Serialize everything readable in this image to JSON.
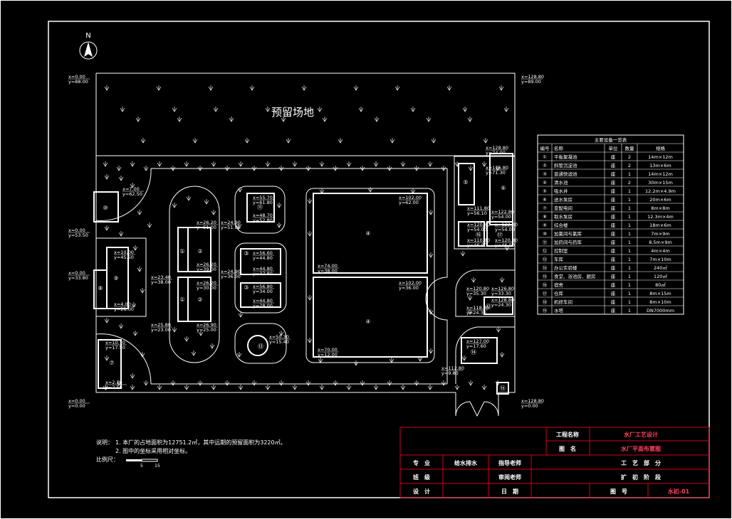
{
  "north_label": "N",
  "reserved_area_label": "预留场地",
  "notes": {
    "prefix": "说明：",
    "line1": "1. 本厂的占地面积为12751.2㎡，其中远期的预留面积为3220㎡。",
    "line2": "2. 图中的坐标采用相对坐标。",
    "scale_label": "比例尺：",
    "scale_mid": "5",
    "scale_end": "15"
  },
  "coords": [
    {
      "x": "x=0.00",
      "y": "y=88.00"
    },
    {
      "x": "x=128.80",
      "y": "y=89.00"
    },
    {
      "x": "x=128.80",
      "y": "y=74.00"
    },
    {
      "x": "x=7.00",
      "y": "y=62.50"
    },
    {
      "x": "x=0.00",
      "y": "y=53.50"
    },
    {
      "x": "x=0.00",
      "y": "y=33.80"
    },
    {
      "x": "x=10.00",
      "y": "y=45.50"
    },
    {
      "x": "x=4.00",
      "y": "y=28.00"
    },
    {
      "x": "x=10.70",
      "y": "y=17.50"
    },
    {
      "x": "x=2.10",
      "y": "y=2.50"
    },
    {
      "x": "x=0.00",
      "y": "y=0.00"
    },
    {
      "x": "x=128.80",
      "y": "y=0.00"
    },
    {
      "x": "x=26.20",
      "y": "y=51.00"
    },
    {
      "x": "x=24.90",
      "y": "y=51.00"
    },
    {
      "x": "x=26.20",
      "y": "y=39.00"
    },
    {
      "x": "x=23.40",
      "y": "y=38.00"
    },
    {
      "x": "x=24.90",
      "y": "y=36.00"
    },
    {
      "x": "x=26.20",
      "y": "y=30.00"
    },
    {
      "x": "x=25.80",
      "y": "y=23.00"
    },
    {
      "x": "x=26.90",
      "y": "y=25.00"
    },
    {
      "x": "x=55.70",
      "y": "y=61.80"
    },
    {
      "x": "x=48.70",
      "y": "y=52.80"
    },
    {
      "x": "x=56.60",
      "y": "y=44.80"
    },
    {
      "x": "x=44.80",
      "y": "y=37.80"
    },
    {
      "x": "x=56.80",
      "y": "y=34.00"
    },
    {
      "x": "x=44.80",
      "y": "y=28.00"
    },
    {
      "x": "x=50.30",
      "y": "y=15.40"
    },
    {
      "x": "x=102.00",
      "y": "y=62.00"
    },
    {
      "x": "x=74.00",
      "y": "y=38.00"
    },
    {
      "x": "x=102.00",
      "y": "y=36.00"
    },
    {
      "x": "x=70.00",
      "y": "y=12.00"
    },
    {
      "x": "x=116.80",
      "y": "y=71.30"
    },
    {
      "x": "x=111.80",
      "y": "y=56.10"
    },
    {
      "x": "x=122.80",
      "y": "y=54.00"
    },
    {
      "x": "x=120.80",
      "y": "y=54.00"
    },
    {
      "x": "x=122.80",
      "y": "y=54.00"
    },
    {
      "x": "x=110.80",
      "y": "y=46.00"
    },
    {
      "x": "x=120.80",
      "y": "y=46.00"
    },
    {
      "x": "x=120.80",
      "y": "y=35.30"
    },
    {
      "x": "x=126.80",
      "y": "y=33.30"
    },
    {
      "x": "x=118.80",
      "y": "y=24.30"
    },
    {
      "x": "x=128.80",
      "y": "y=24.30"
    },
    {
      "x": "x=127.00",
      "y": "y=17.60"
    },
    {
      "x": "x=112.80",
      "y": "y=9.80"
    }
  ],
  "bldg_nums": [
    "①",
    "②",
    "①",
    "②",
    "③",
    "③",
    "④",
    "④",
    "⑤",
    "⑥",
    "⑦",
    "⑧",
    "⑨",
    "⑩",
    "⑪",
    "⑫",
    "⑬",
    "⑭",
    "⑮",
    "⑯",
    "⑰"
  ],
  "equipment_table": {
    "title": "主要设备一览表",
    "headers": [
      "编号",
      "名称",
      "单位",
      "数量",
      "规格"
    ],
    "rows": [
      [
        "①",
        "平板絮凝池",
        "座",
        "2",
        "14m×12m"
      ],
      [
        "②",
        "斜管沉淀池",
        "座",
        "2",
        "13m×6m"
      ],
      [
        "③",
        "普通快滤池",
        "座",
        "1",
        "14m×12m"
      ],
      [
        "④",
        "清水池",
        "座",
        "2",
        "30m×15m"
      ],
      [
        "⑤",
        "吸水井",
        "座",
        "1",
        "12.2m×4.9m"
      ],
      [
        "⑥",
        "送水泵房",
        "座",
        "1",
        "20m×6m"
      ],
      [
        "⑦",
        "变配电间",
        "座",
        "1",
        "8m×8m"
      ],
      [
        "⑧",
        "取水泵房",
        "座",
        "1",
        "12.3m×4m"
      ],
      [
        "⑨",
        "综合楼",
        "座",
        "1",
        "18m×6m"
      ],
      [
        "⑩",
        "加氯间与氯库",
        "座",
        "1",
        "7m×9m"
      ],
      [
        "⑪",
        "加药间与药库",
        "座",
        "1",
        "8.5m×9m"
      ],
      [
        "⑫",
        "控制室",
        "座",
        "1",
        "4m×4m"
      ],
      [
        "⑬",
        "车库",
        "座",
        "1",
        "7m×10m"
      ],
      [
        "⑭",
        "办公实验楼",
        "座",
        "1",
        "240㎡"
      ],
      [
        "⑮",
        "食堂、浴池房、厨房",
        "座",
        "1",
        "120㎡"
      ],
      [
        "⑯",
        "宿舍",
        "座",
        "1",
        "80㎡"
      ],
      [
        "⑰",
        "仓库",
        "座",
        "1",
        "8m×15m"
      ],
      [
        "⑱",
        "机修车间",
        "座",
        "1",
        "8m×10m"
      ],
      [
        "⑲",
        "水塔",
        "座",
        "1",
        "DN7000mm"
      ]
    ]
  },
  "title_block": {
    "project_name_label": "工程名称",
    "project_name": "水厂工艺设计",
    "drawing_name_label": "图　名",
    "drawing_name": "水厂平面布置图",
    "major_label": "专　业",
    "major": "给水排水",
    "advisor_label": "指导老师",
    "section": "工　艺　部　分",
    "class_label": "班　级",
    "reviewer_label": "审阅老师",
    "stage": "扩　初　阶　段",
    "design_label": "设　计",
    "date_label": "日　期",
    "drawing_no_label": "图　号",
    "drawing_no": "水初-01"
  }
}
